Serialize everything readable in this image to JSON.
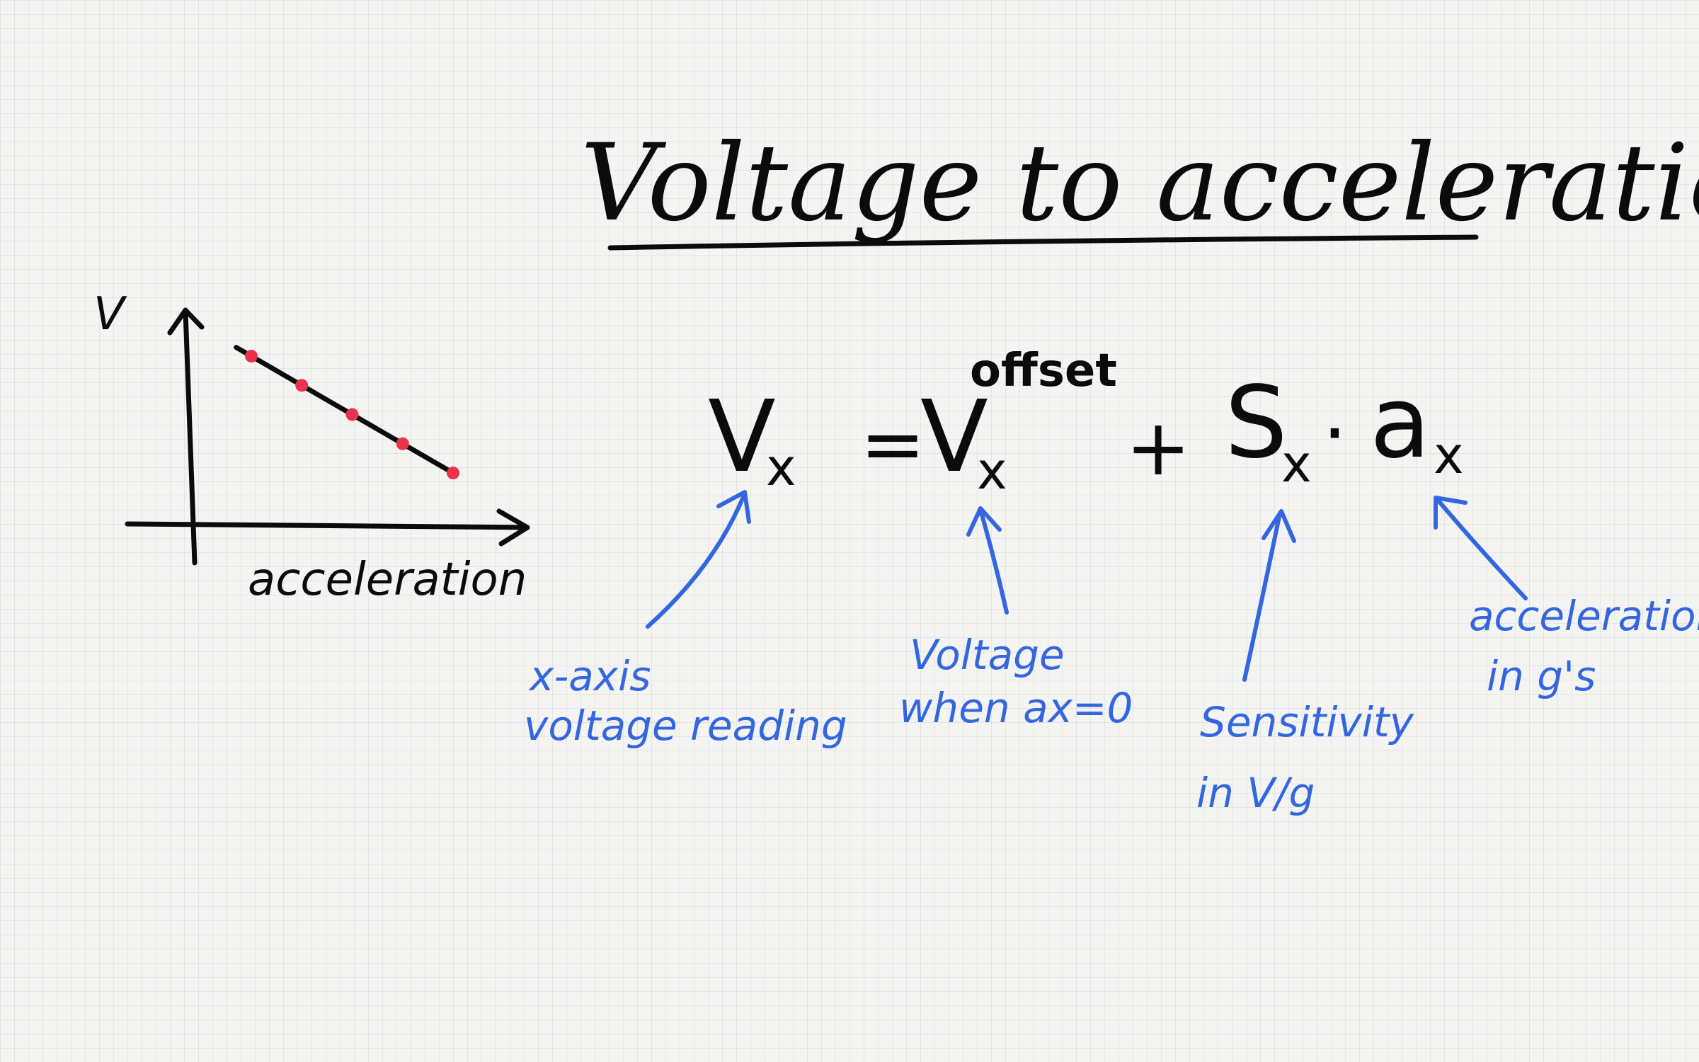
{
  "title": "Voltage to acceleration",
  "colors": {
    "ink": "#0b0b0b",
    "annotation": "#3366e0",
    "points": "#e8334a",
    "paper": "#f4f4f2"
  },
  "chart_data": {
    "type": "scatter",
    "xlabel": "acceleration",
    "ylabel": "V",
    "x": [
      1,
      2,
      3,
      4,
      5
    ],
    "y": [
      5,
      4,
      3,
      2,
      1
    ],
    "trend": "decreasing-linear",
    "grid": false,
    "legend": "none"
  },
  "equation": {
    "lhs": "V",
    "lhs_sub": "x",
    "equals": "=",
    "offset_symbol": "V",
    "offset_sub": "x",
    "offset_sup": "offset",
    "plus": "+",
    "sens_symbol": "S",
    "sens_sub": "x",
    "dot": "·",
    "acc_symbol": "a",
    "acc_sub": "x"
  },
  "annotations": {
    "lhs_line1": "x-axis",
    "lhs_line2": "voltage reading",
    "offset_line1": "Voltage",
    "offset_line2": "when ax=0",
    "sens_line1": "Sensitivity",
    "sens_line2": "in V/g",
    "acc_line1": "acceleration",
    "acc_line2": "in g's"
  }
}
